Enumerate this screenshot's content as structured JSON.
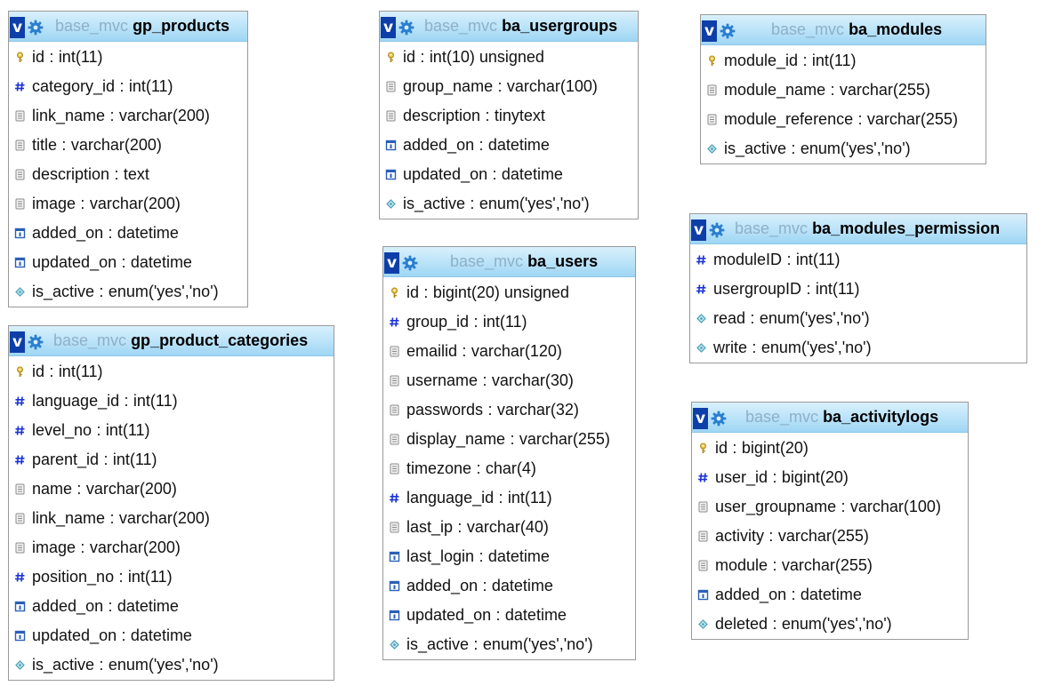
{
  "tables": [
    {
      "database": "base_mvc",
      "name": "gp_products",
      "columns": [
        {
          "name": "id",
          "type": "int(11)",
          "icon": "key-icon"
        },
        {
          "name": "category_id",
          "type": "int(11)",
          "icon": "hash-icon"
        },
        {
          "name": "link_name",
          "type": "varchar(200)",
          "icon": "text-icon"
        },
        {
          "name": "title",
          "type": "varchar(200)",
          "icon": "text-icon"
        },
        {
          "name": "description",
          "type": "text",
          "icon": "text-icon"
        },
        {
          "name": "image",
          "type": "varchar(200)",
          "icon": "text-icon"
        },
        {
          "name": "added_on",
          "type": "datetime",
          "icon": "date-icon"
        },
        {
          "name": "updated_on",
          "type": "datetime",
          "icon": "date-icon"
        },
        {
          "name": "is_active",
          "type": "enum('yes','no')",
          "icon": "enum-icon"
        }
      ]
    },
    {
      "database": "base_mvc",
      "name": "gp_product_categories",
      "columns": [
        {
          "name": "id",
          "type": "int(11)",
          "icon": "key-icon"
        },
        {
          "name": "language_id",
          "type": "int(11)",
          "icon": "hash-icon"
        },
        {
          "name": "level_no",
          "type": "int(11)",
          "icon": "hash-icon"
        },
        {
          "name": "parent_id",
          "type": "int(11)",
          "icon": "hash-icon"
        },
        {
          "name": "name",
          "type": "varchar(200)",
          "icon": "text-icon"
        },
        {
          "name": "link_name",
          "type": "varchar(200)",
          "icon": "text-icon"
        },
        {
          "name": "image",
          "type": "varchar(200)",
          "icon": "text-icon"
        },
        {
          "name": "position_no",
          "type": "int(11)",
          "icon": "hash-icon"
        },
        {
          "name": "added_on",
          "type": "datetime",
          "icon": "date-icon"
        },
        {
          "name": "updated_on",
          "type": "datetime",
          "icon": "date-icon"
        },
        {
          "name": "is_active",
          "type": "enum('yes','no')",
          "icon": "enum-icon"
        }
      ]
    },
    {
      "database": "base_mvc",
      "name": "ba_usergroups",
      "columns": [
        {
          "name": "id",
          "type": "int(10) unsigned",
          "icon": "key-icon"
        },
        {
          "name": "group_name",
          "type": "varchar(100)",
          "icon": "text-icon"
        },
        {
          "name": "description",
          "type": "tinytext",
          "icon": "text-icon"
        },
        {
          "name": "added_on",
          "type": "datetime",
          "icon": "date-icon"
        },
        {
          "name": "updated_on",
          "type": "datetime",
          "icon": "date-icon"
        },
        {
          "name": "is_active",
          "type": "enum('yes','no')",
          "icon": "enum-icon"
        }
      ]
    },
    {
      "database": "base_mvc",
      "name": "ba_users",
      "columns": [
        {
          "name": "id",
          "type": "bigint(20) unsigned",
          "icon": "key-icon"
        },
        {
          "name": "group_id",
          "type": "int(11)",
          "icon": "hash-icon"
        },
        {
          "name": "emailid",
          "type": "varchar(120)",
          "icon": "text-icon"
        },
        {
          "name": "username",
          "type": "varchar(30)",
          "icon": "text-icon"
        },
        {
          "name": "passwords",
          "type": "varchar(32)",
          "icon": "text-icon"
        },
        {
          "name": "display_name",
          "type": "varchar(255)",
          "icon": "text-icon"
        },
        {
          "name": "timezone",
          "type": "char(4)",
          "icon": "text-icon"
        },
        {
          "name": "language_id",
          "type": "int(11)",
          "icon": "hash-icon"
        },
        {
          "name": "last_ip",
          "type": "varchar(40)",
          "icon": "text-icon"
        },
        {
          "name": "last_login",
          "type": "datetime",
          "icon": "date-icon"
        },
        {
          "name": "added_on",
          "type": "datetime",
          "icon": "date-icon"
        },
        {
          "name": "updated_on",
          "type": "datetime",
          "icon": "date-icon"
        },
        {
          "name": "is_active",
          "type": "enum('yes','no')",
          "icon": "enum-icon"
        }
      ]
    },
    {
      "database": "base_mvc",
      "name": "ba_modules",
      "columns": [
        {
          "name": "module_id",
          "type": "int(11)",
          "icon": "key-icon"
        },
        {
          "name": "module_name",
          "type": "varchar(255)",
          "icon": "text-icon"
        },
        {
          "name": "module_reference",
          "type": "varchar(255)",
          "icon": "text-icon"
        },
        {
          "name": "is_active",
          "type": "enum('yes','no')",
          "icon": "enum-icon"
        }
      ]
    },
    {
      "database": "base_mvc",
      "name": "ba_modules_permission",
      "columns": [
        {
          "name": "moduleID",
          "type": "int(11)",
          "icon": "hash-icon"
        },
        {
          "name": "usergroupID",
          "type": "int(11)",
          "icon": "hash-icon"
        },
        {
          "name": "read",
          "type": "enum('yes','no')",
          "icon": "enum-icon"
        },
        {
          "name": "write",
          "type": "enum('yes','no')",
          "icon": "enum-icon"
        }
      ]
    },
    {
      "database": "base_mvc",
      "name": "ba_activitylogs",
      "columns": [
        {
          "name": "id",
          "type": "bigint(20)",
          "icon": "key-icon"
        },
        {
          "name": "user_id",
          "type": "bigint(20)",
          "icon": "hash-icon"
        },
        {
          "name": "user_groupname",
          "type": "varchar(100)",
          "icon": "text-icon"
        },
        {
          "name": "activity",
          "type": "varchar(255)",
          "icon": "text-icon"
        },
        {
          "name": "module",
          "type": "varchar(255)",
          "icon": "text-icon"
        },
        {
          "name": "added_on",
          "type": "datetime",
          "icon": "date-icon"
        },
        {
          "name": "deleted",
          "type": "enum('yes','no')",
          "icon": "enum-icon"
        }
      ]
    }
  ],
  "header_badge": "v",
  "separator": ":",
  "colors": {
    "header_gradient_top": "#d9f0fc",
    "header_gradient_bottom": "#9fd6f4",
    "database_name": "#8eb0c8",
    "badge_bg": "#0e3fa8",
    "hash_icon": "#1a33d6",
    "key_icon": "#b38a1a",
    "date_icon": "#2a5fb8",
    "enum_icon": "#4aa0b8"
  }
}
